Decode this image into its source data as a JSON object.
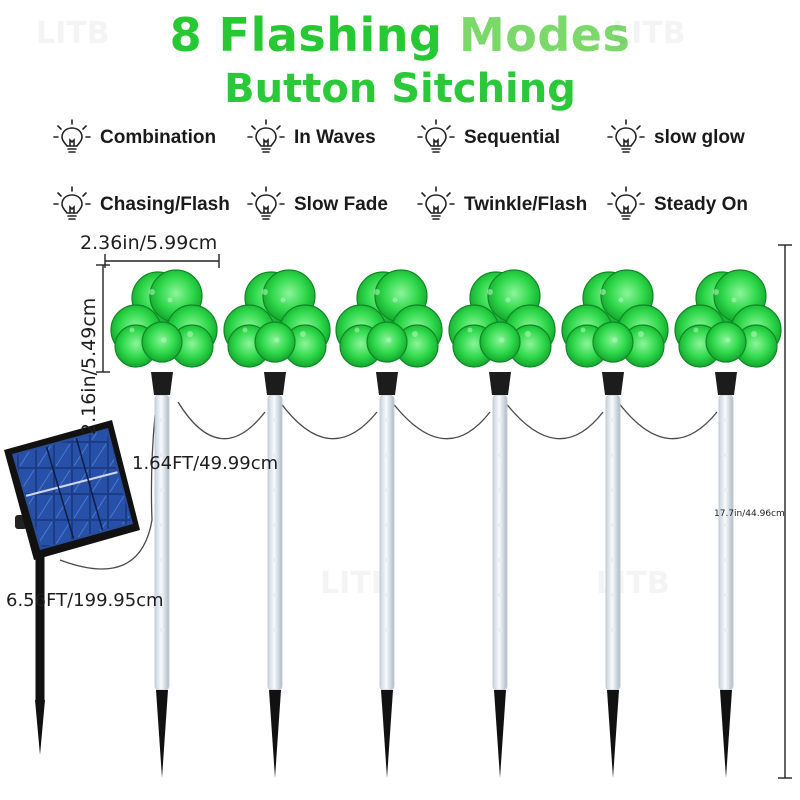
{
  "title": {
    "number": "8",
    "word1": "Flashing",
    "word2": "Modes",
    "subtitle": "Button Sitching"
  },
  "modes": [
    {
      "label": "Combination",
      "icon": "lightbulb-icon"
    },
    {
      "label": "In Waves",
      "icon": "lightbulb-icon"
    },
    {
      "label": "Sequential",
      "icon": "lightbulb-icon"
    },
    {
      "label": "slow glow",
      "icon": "lightbulb-icon"
    },
    {
      "label": "Chasing/Flash",
      "icon": "lightbulb-icon"
    },
    {
      "label": "Slow Fade",
      "icon": "lightbulb-icon"
    },
    {
      "label": "Twinkle/Flash",
      "icon": "lightbulb-icon"
    },
    {
      "label": "Steady On",
      "icon": "lightbulb-icon"
    }
  ],
  "dimensions": {
    "width": "2.36in/5.99cm",
    "height": "2.16in/5.49cm",
    "spacing": "1.64FT/49.99cm",
    "cable": "6.56FT/199.95cm",
    "stake": "17.7in/44.96cm"
  },
  "watermark": "LITB",
  "product": {
    "stake_count": 6,
    "shamrock_icon": "shamrock-icon",
    "solar_panel_icon": "solar-panel-icon"
  },
  "colors": {
    "title_green": "#27c932",
    "shamrock_green": "#2ed84a",
    "text_dark": "#1a1a1a"
  }
}
